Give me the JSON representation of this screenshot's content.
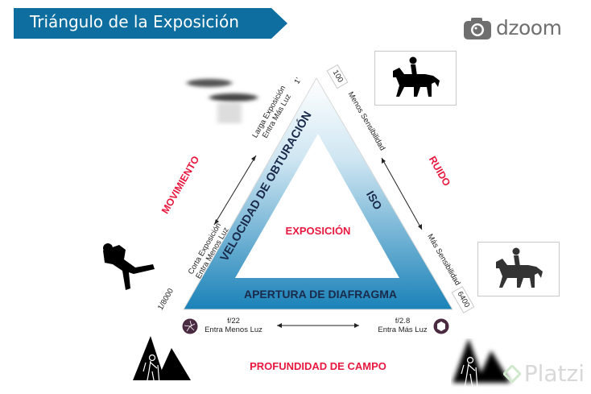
{
  "header": {
    "title": "Triángulo de la Exposición",
    "banner_color": "#0f6ea0",
    "logo_icon": "camera-icon",
    "logo_text": "dzoom"
  },
  "triangle": {
    "center_label": "EXPOSICIÓN",
    "left_side_label": "VELOCIDAD DE OBTURACIÓN",
    "right_side_label": "ISO",
    "bottom_side_label": "APERTURA DE DIAFRAGMA",
    "gradient_top": "#ffffff",
    "gradient_bottom": "#1a82b8"
  },
  "shutter": {
    "effect_label": "MOVIMIENTO",
    "slow_value": "1'",
    "slow_line1": "Larga Exposición",
    "slow_line2": "Entra Más Luz",
    "fast_value": "1/8000",
    "fast_line1": "Corta Exposición",
    "fast_line2": "Entra Menos Luz",
    "slow_icon": "blurred-bird-icon",
    "fast_icon": "frozen-jumper-icon"
  },
  "iso": {
    "effect_label": "RUIDO",
    "low_value": "100",
    "low_label": "Menos Sensibilidad",
    "high_value": "6400",
    "high_label": "Más Sensibilidad",
    "low_icon": "clean-horse-rider-icon",
    "high_icon": "noisy-horse-rider-icon"
  },
  "aperture": {
    "effect_label": "PROFUNDIDAD DE CAMPO",
    "closed_value": "f/22",
    "closed_label": "Entra Menos Luz",
    "open_value": "f/2.8",
    "open_label": "Entra Más Luz",
    "closed_icon": "closed-aperture-icon",
    "open_icon": "open-aperture-icon",
    "sharp_icon": "sharp-hiker-mountains-icon",
    "blurred_icon": "blurred-hiker-mountains-icon"
  },
  "watermark": {
    "text": "Platzi"
  },
  "colors": {
    "accent_red": "#e8183f",
    "navy_text": "#1a2a4a",
    "aperture_purple": "#4a2a40"
  }
}
